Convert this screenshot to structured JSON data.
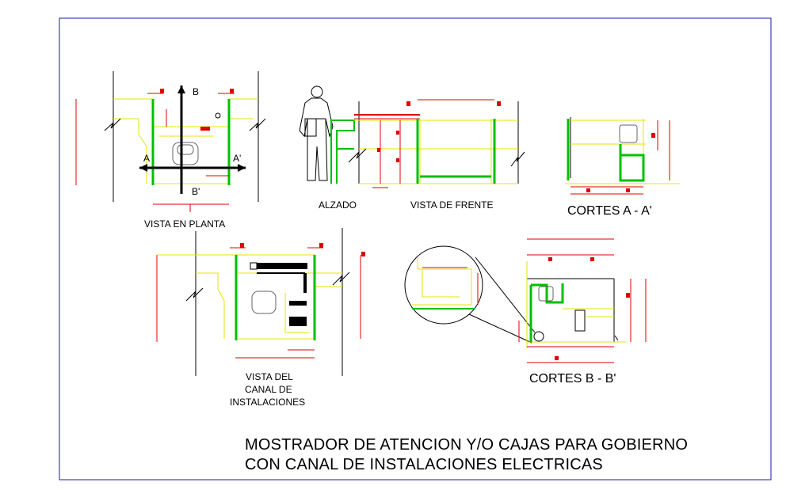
{
  "labels": {
    "vista_en_planta": "VISTA EN PLANTA",
    "alzado": "ALZADO",
    "vista_de_frente": "VISTA DE FRENTE",
    "cortes_aa": "CORTES A - A'",
    "vista_canal": [
      "VISTA DEL",
      "CANAL DE",
      "INSTALACIONES"
    ],
    "cortes_bb": "CORTES B - B'"
  },
  "section_marks": {
    "a": "A",
    "a_prime": "A'",
    "b": "B",
    "b_prime": "B'"
  },
  "title": {
    "line1": "MOSTRADOR DE ATENCION Y/O CAJAS PARA GOBIERNO",
    "line2": "CON CANAL DE INSTALACIONES ELECTRICAS"
  },
  "colors": {
    "frame": "#1a1aa8",
    "green": "#00c000",
    "yellow": "#e6e600",
    "red": "#e00000",
    "black": "#000000"
  }
}
